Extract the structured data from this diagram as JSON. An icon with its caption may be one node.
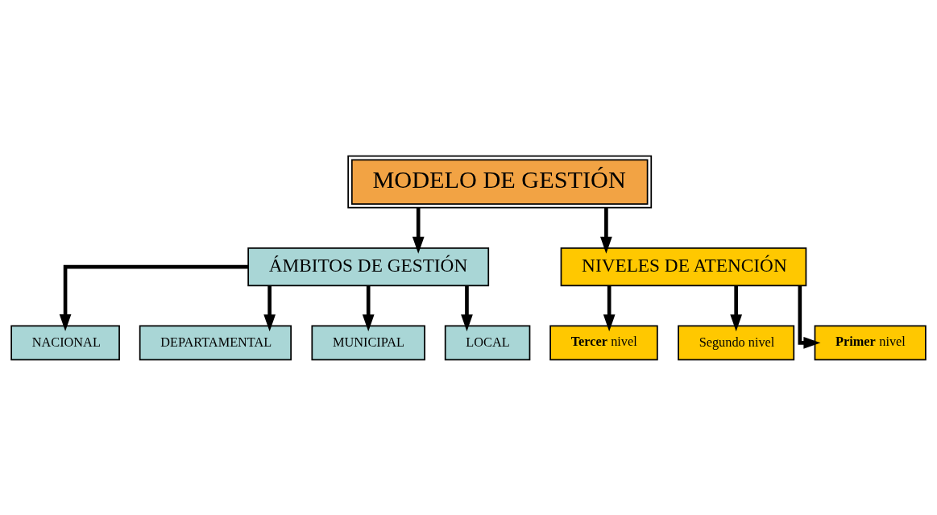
{
  "diagram": {
    "nodes": [
      {
        "text": [
          "MODELO DE GESTIÓN"
        ]
      },
      {
        "text": [
          "ÁMBITOS DE GESTIÓN"
        ]
      },
      {
        "text": [
          "NIVELES DE ATENCIÓN"
        ]
      },
      {
        "text": [
          "NACIONAL"
        ]
      },
      {
        "text": [
          "DEPARTAMENTAL"
        ]
      },
      {
        "text": [
          "MUNICIPAL"
        ]
      },
      {
        "text": [
          "LOCAL"
        ]
      },
      {
        "text": [
          "**Tercer** nivel"
        ]
      },
      {
        "text": [
          "Segundo nivel"
        ]
      },
      {
        "text": [
          "**Primer** nivel"
        ]
      }
    ],
    "edges": [
      {
        "from": 0,
        "to": 1,
        "arrow": "to"
      },
      {
        "from": 0,
        "to": 2,
        "arrow": "to"
      },
      {
        "from": 1,
        "to": 3,
        "arrow": "to"
      },
      {
        "from": 1,
        "to": 4,
        "arrow": "to"
      },
      {
        "from": 1,
        "to": 5,
        "arrow": "to"
      },
      {
        "from": 1,
        "to": 6,
        "arrow": "to"
      },
      {
        "from": 2,
        "to": 7,
        "arrow": "to"
      },
      {
        "from": 2,
        "to": 8,
        "arrow": "to"
      },
      {
        "from": 2,
        "to": 9,
        "arrow": "to"
      }
    ]
  }
}
